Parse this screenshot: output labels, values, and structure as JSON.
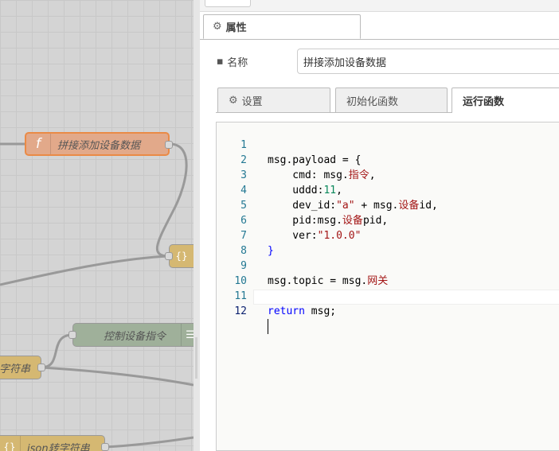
{
  "canvas": {
    "nodes": {
      "function_label": "拼接添加设备数据",
      "function_icon": "f",
      "json_top_icon": "{}",
      "control_label": "控制设备指令",
      "control_icon": "☰",
      "str1_label": "字符串",
      "str2_label": "json转字符串",
      "str2_icon": "{}"
    },
    "colors": {
      "function_fill": "#e2a98a",
      "function_border": "#ea8a46",
      "json_fill": "#d5b872",
      "control_fill": "#9fb09a",
      "wire": "#999999"
    }
  },
  "panel": {
    "tab_props_label": "属性",
    "name_label": "名称",
    "name_value": "拼接添加设备数据",
    "subtabs": {
      "settings": "设置",
      "init": "初始化函数",
      "run": "运行函数"
    }
  },
  "editor": {
    "active_line": 12,
    "lines": [
      {
        "n": "1"
      },
      {
        "n": "2"
      },
      {
        "n": "3"
      },
      {
        "n": "4"
      },
      {
        "n": "5"
      },
      {
        "n": "6"
      },
      {
        "n": "7"
      },
      {
        "n": "8"
      },
      {
        "n": "9"
      },
      {
        "n": "10"
      },
      {
        "n": "11"
      },
      {
        "n": "12"
      }
    ],
    "tokens": {
      "l1_a": "msg.payload = {",
      "l2_a": "    cmd: msg.",
      "l2_b": "指令",
      "l2_c": ",",
      "l3_a": "    uddd:",
      "l3_b": "11",
      "l3_c": ",",
      "l4_a": "    dev_id:",
      "l4_b": "\"a\"",
      "l4_c": " + msg.",
      "l4_d": "设备",
      "l4_e": "id,",
      "l5_a": "    pid:msg.",
      "l5_b": "设备",
      "l5_c": "pid,",
      "l6_a": "    ver:",
      "l6_b": "\"1.0.0\"",
      "l7_a": "}",
      "l9_a": "msg.topic = msg.",
      "l9_b": "网关",
      "l11_a": "return",
      "l11_b": " msg;"
    }
  }
}
